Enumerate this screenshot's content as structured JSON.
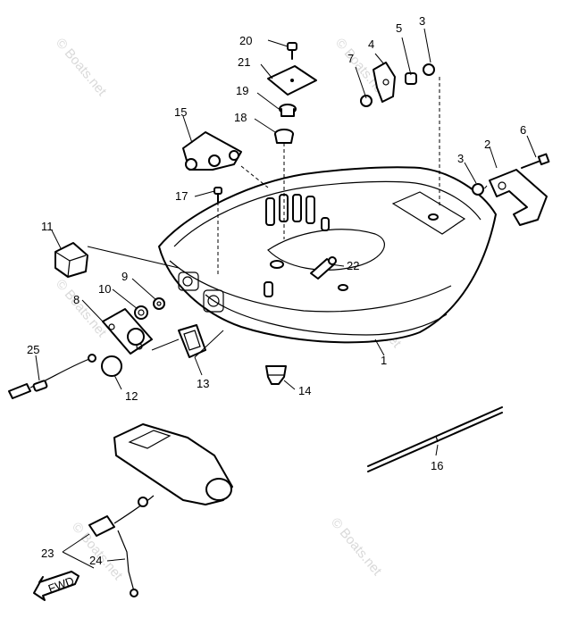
{
  "watermark": "© Boats.net",
  "fwd_label": "FWD",
  "callouts": [
    "1",
    "2",
    "3",
    "3",
    "4",
    "5",
    "6",
    "7",
    "8",
    "9",
    "10",
    "11",
    "12",
    "13",
    "14",
    "15",
    "16",
    "17",
    "18",
    "19",
    "20",
    "21",
    "22",
    "23",
    "24",
    "25"
  ]
}
